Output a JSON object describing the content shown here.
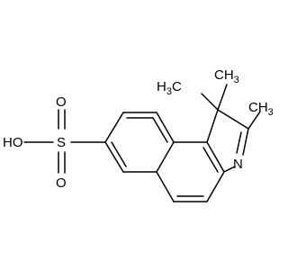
{
  "molecule": {
    "atoms": [
      {
        "key": "ch3_top",
        "element": "C",
        "hydrogens": 3
      },
      {
        "key": "ch3_right",
        "element": "C",
        "hydrogens": 3
      },
      {
        "key": "ch3_left",
        "element": "C",
        "hydrogens": 3
      },
      {
        "key": "nitrogen",
        "element": "N",
        "hydrogens": 0
      },
      {
        "key": "sulfur",
        "element": "S",
        "hydrogens": 0
      },
      {
        "key": "oxygen_top",
        "element": "O",
        "hydrogens": 0
      },
      {
        "key": "oxygen_bottom",
        "element": "O",
        "hydrogens": 0
      },
      {
        "key": "hydroxyl",
        "element": "O",
        "hydrogens": 1
      }
    ],
    "labels": {
      "ch3_left": {
        "main": "H",
        "sub": "3",
        "tail": "C"
      },
      "ch3_top": "CH",
      "ch3_top_sub": "3",
      "ch3_right": "CH",
      "ch3_right_sub": "3",
      "nitrogen": "N",
      "sulfur": "S",
      "oxygen_top": "O",
      "oxygen_bottom": "O",
      "hydroxyl": "HO"
    }
  }
}
